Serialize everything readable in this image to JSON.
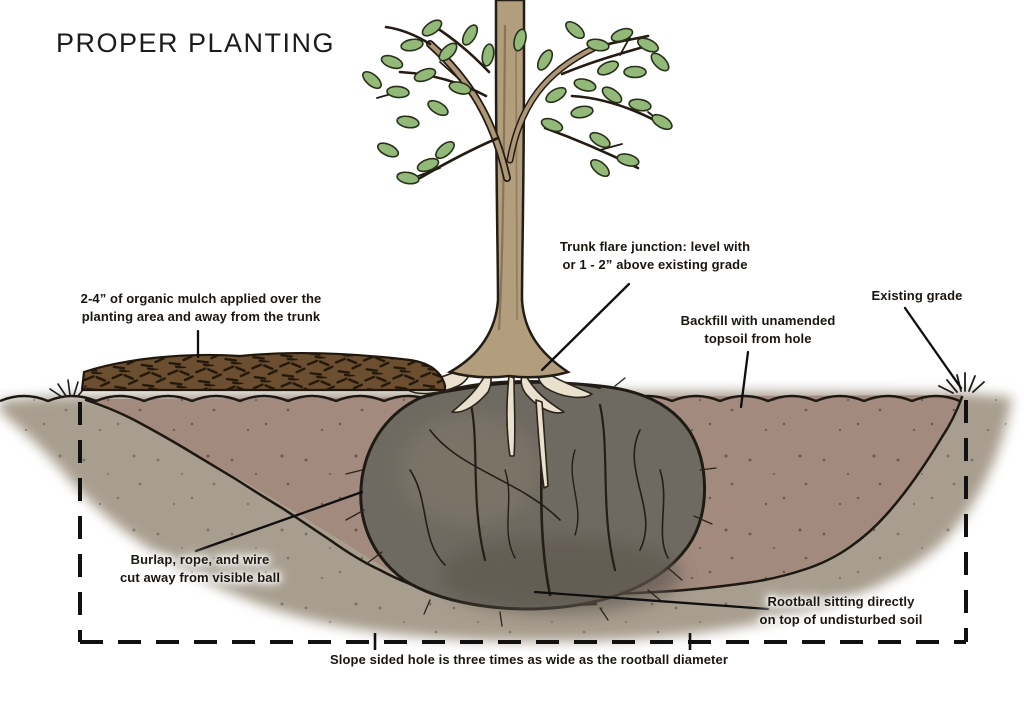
{
  "title": "PROPER PLANTING",
  "annotations": {
    "mulch": "2-4” of organic mulch applied over the\nplanting area and away from the trunk",
    "trunk_flare": "Trunk flare junction: level with\nor 1 - 2” above existing grade",
    "existing_grade": "Existing grade",
    "backfill": "Backfill with unamended\ntopsoil from hole",
    "burlap": "Burlap, rope, and wire\ncut away from visible ball",
    "rootball": "Rootball sitting directly\non top of undisturbed soil",
    "slope_hole": "Slope sided hole is three times as wide as the rootball diameter"
  },
  "colors": {
    "backfill_soil": "#a28a7e",
    "undisturbed_soil": "#a89e8f",
    "rootball": "#6f6a61",
    "mulch": "#6b4f30",
    "trunk": "#b29d7d",
    "leaf": "#93b979",
    "root_flare": "#e9e1cd",
    "outline": "#231d15",
    "label_text": "#1b150f"
  }
}
